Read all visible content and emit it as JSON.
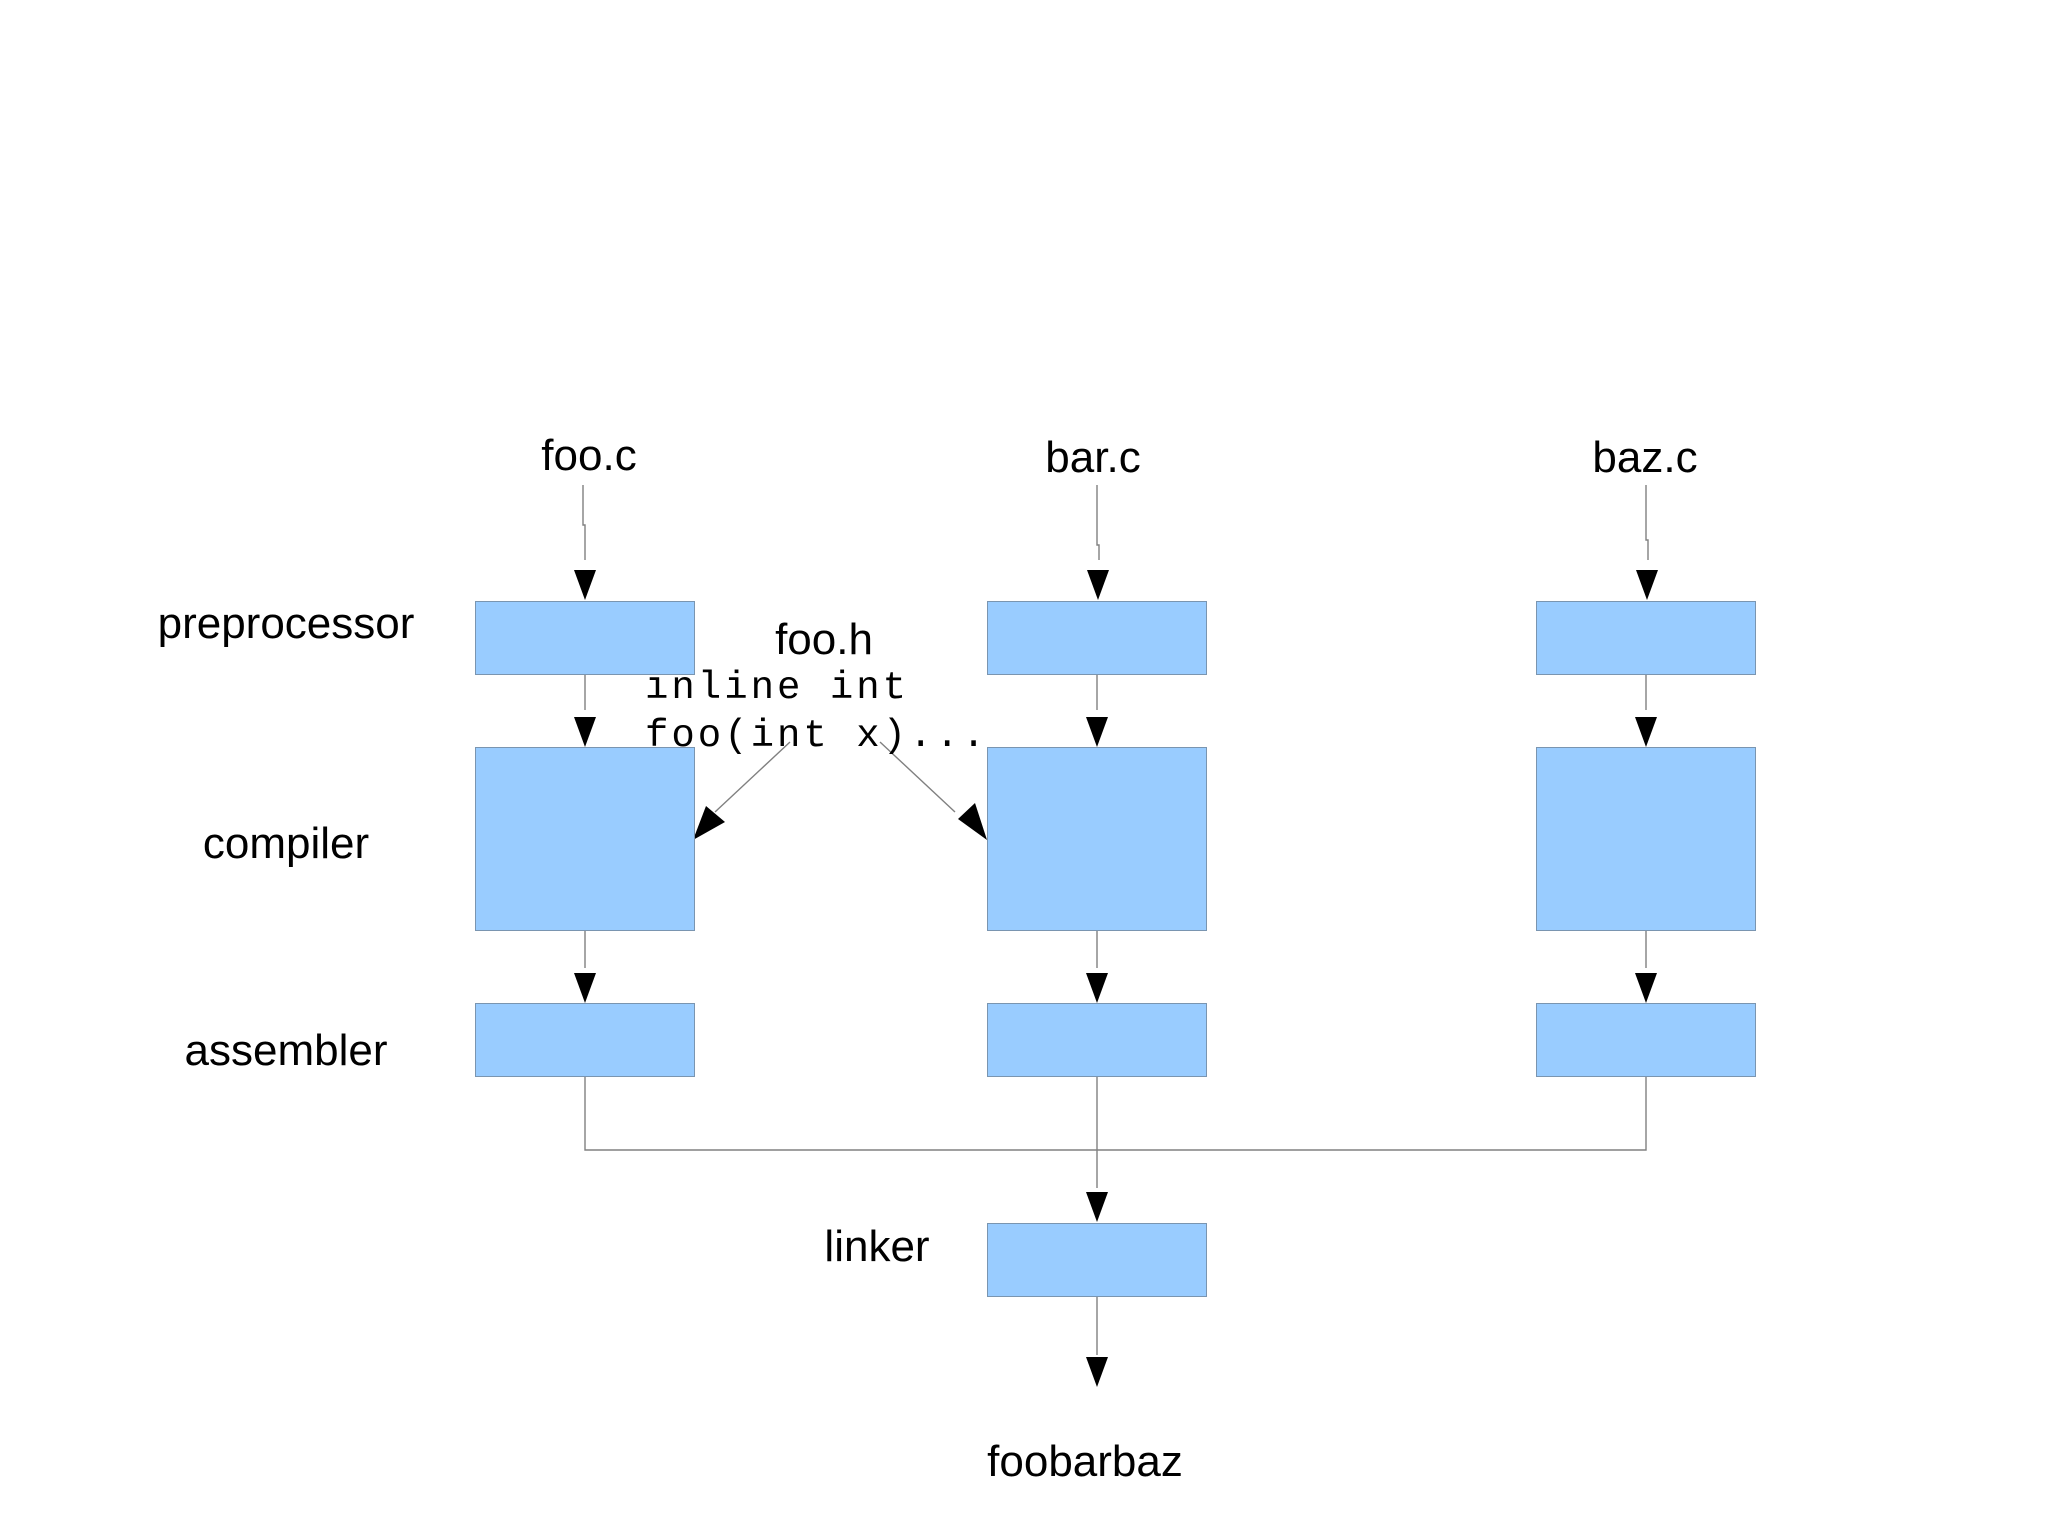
{
  "sources": [
    "foo.c",
    "bar.c",
    "baz.c"
  ],
  "stages": {
    "preprocessor": "preprocessor",
    "compiler": "compiler",
    "assembler": "assembler",
    "linker": "linker"
  },
  "header": {
    "name": "foo.h",
    "code_line1": "inline int",
    "code_line2": "foo(int x)..."
  },
  "output": "foobarbaz",
  "colors": {
    "box_fill": "#99ccff",
    "box_border": "#7a95b0",
    "line": "#808080",
    "arrowhead": "#000000"
  }
}
